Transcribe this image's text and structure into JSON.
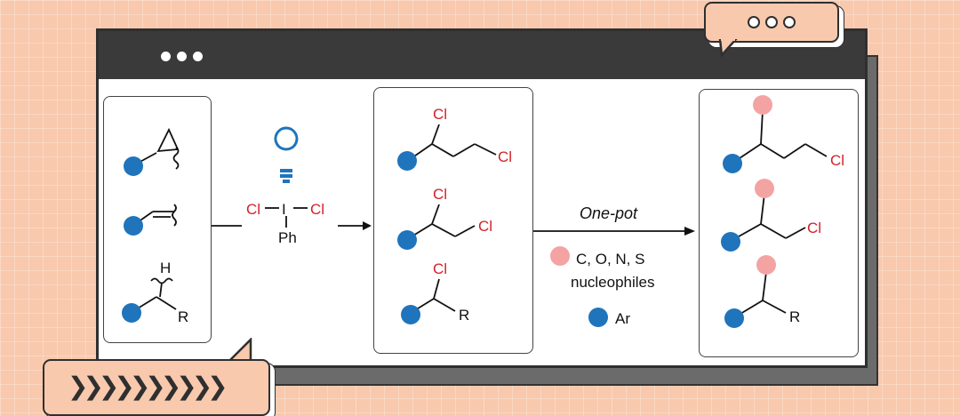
{
  "window": {
    "title_dots": 3
  },
  "bubbles": {
    "top_right_dots": 3,
    "bottom_left_chevrons": "❯❯❯❯❯❯❯❯❯❯"
  },
  "reagent": {
    "left": "Cl",
    "center": "I",
    "right": "Cl",
    "sub": "Ph"
  },
  "products": {
    "top": {
      "cl_top": "Cl",
      "cl_right": "Cl"
    },
    "mid": {
      "cl_top": "Cl",
      "cl_right": "Cl"
    },
    "bottom": {
      "cl_top": "Cl",
      "r": "R"
    }
  },
  "substrates": {
    "h_label": "H",
    "r_label": "R"
  },
  "arrow": {
    "label": "One-pot"
  },
  "legend": {
    "nucleophiles_line1": "C, O, N, S",
    "nucleophiles_line2": "nucleophiles",
    "ar": "Ar"
  },
  "final": {
    "top": {
      "cl": "Cl"
    },
    "mid": {
      "cl": "Cl"
    },
    "bottom": {
      "r": "R"
    }
  },
  "colors": {
    "blue": "#1f74bc",
    "pink": "#f4a3a3",
    "red": "#d1222a",
    "bulb": "#1f74bc"
  }
}
